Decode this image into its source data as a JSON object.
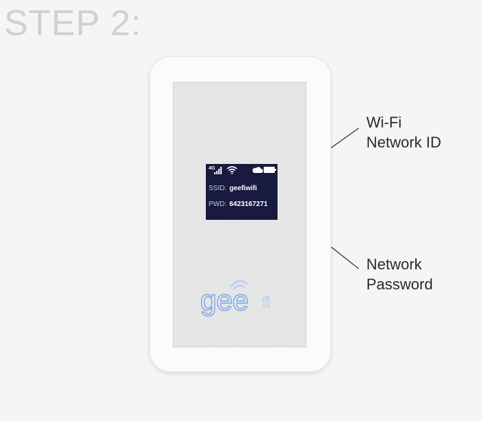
{
  "heading": {
    "step_title": "STEP 2:"
  },
  "device": {
    "screen": {
      "network_type": "4G",
      "ssid_label": "SSID:",
      "ssid_value": "geefiwifi",
      "password_label": "PWD:",
      "password_value": "6423167271",
      "icons": [
        "signal-icon",
        "wifi-icon",
        "cloud-icon",
        "battery-icon"
      ]
    },
    "logo": {
      "text_main": "gee",
      "text_small": "fi"
    }
  },
  "callouts": {
    "wifi_line1": "Wi-Fi",
    "wifi_line2": "Network ID",
    "password_line1": "Network",
    "password_line2": "Password"
  },
  "colors": {
    "background": "#f5f5f3",
    "screen": "#181a3f",
    "logo_blue": "#8fb0e0",
    "title_gray": "#d0d0d0"
  }
}
